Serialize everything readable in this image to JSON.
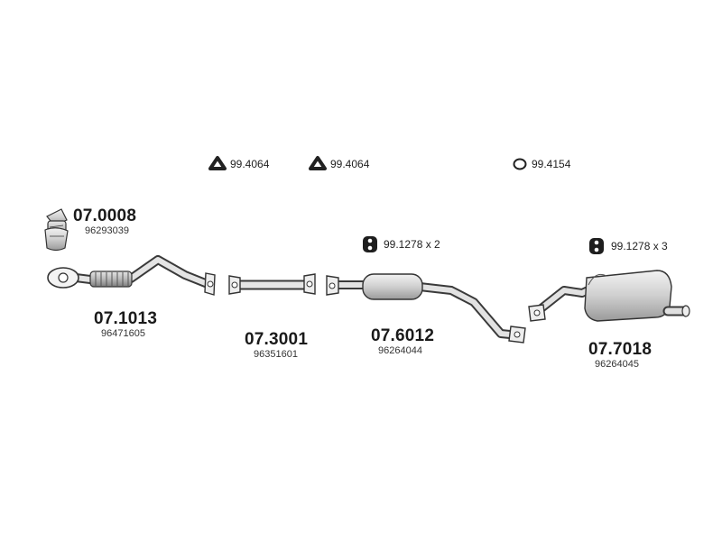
{
  "accessories": [
    {
      "code": "99.4064",
      "icon": "triangle-gasket-icon"
    },
    {
      "code": "99.4064",
      "icon": "triangle-gasket-icon"
    },
    {
      "code": "99.4154",
      "icon": "ring-gasket-icon"
    },
    {
      "code": "99.1278 x 2",
      "icon": "rubber-hanger-icon"
    },
    {
      "code": "99.1278 x 3",
      "icon": "rubber-hanger-icon"
    }
  ],
  "parts": [
    {
      "code": "07.0008",
      "oem": "96293039",
      "icon": "catalytic-converter-icon"
    },
    {
      "code": "07.1013",
      "oem": "96471605",
      "icon": "front-pipe-icon"
    },
    {
      "code": "07.3001",
      "oem": "96351601",
      "icon": "intermediate-pipe-icon"
    },
    {
      "code": "07.6012",
      "oem": "96264044",
      "icon": "center-silencer-icon"
    },
    {
      "code": "07.7018",
      "oem": "96264045",
      "icon": "rear-silencer-icon"
    }
  ]
}
